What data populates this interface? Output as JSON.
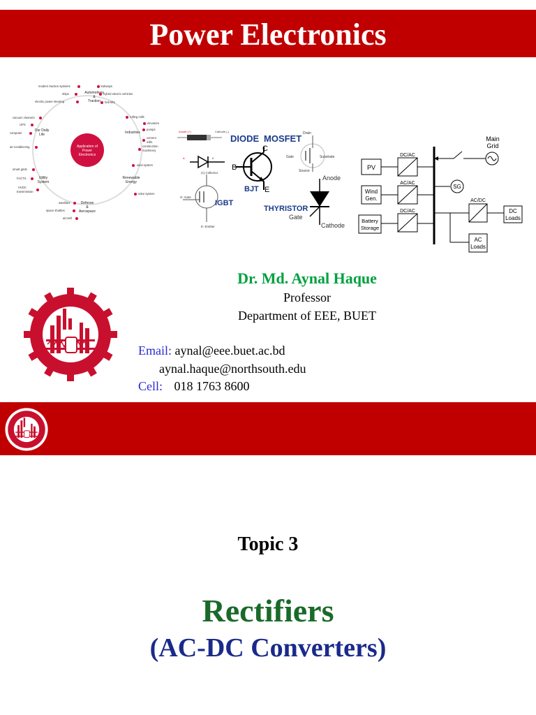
{
  "title": "Power Electronics",
  "applications": {
    "center": [
      "Application of",
      "Power",
      "Electronics"
    ],
    "groups": [
      "Automotives",
      "&",
      "Traction",
      "Industries",
      "Our Daily",
      "Life",
      "Utility",
      "System",
      "Renewable",
      "Energy",
      "Defense",
      "&",
      "Aerospace"
    ],
    "items": [
      "modern traction systems",
      "Subways",
      "ships",
      "hybrid electric vehicles",
      "electric power steering",
      "fork-lifts",
      "rolling mills",
      "elevators",
      "pumps",
      "cement",
      "mills",
      "construction",
      "machinery",
      "vacuum cleaners",
      "UPS",
      "computer",
      "air-conditioning",
      "smart grids",
      "FACTS",
      "HVDC",
      "transmission",
      "wind system",
      "solar system",
      "satellites",
      "space shuttles",
      "aircraft"
    ]
  },
  "devices": {
    "diode": "DIODE",
    "mosfet": "MOSFET",
    "bjt": "BJT",
    "igbt": "IGBT",
    "thyristor": "THYRISTOR",
    "pins": {
      "drain": "Drain",
      "gate": "Gate",
      "substrate": "Substrate",
      "source": "Source",
      "b": "B",
      "c": "C",
      "e": "E",
      "collector": "(c) Collector",
      "g_gate": "G: Gate",
      "emitter": "E: Emitter",
      "anode": "Anode",
      "cathode": "Cathode",
      "diode_anode": "Anode (+)",
      "diode_cathode": "Cathode (-)"
    }
  },
  "grid": {
    "main_grid": [
      "Main",
      "Grid"
    ],
    "sources": [
      {
        "name": [
          "PV"
        ],
        "converter": "DC/AC"
      },
      {
        "name": [
          "Wind",
          "Gen."
        ],
        "converter": "AC/AC"
      },
      {
        "name": [
          "Battery",
          "Storage"
        ],
        "converter": "DC/AC"
      }
    ],
    "sg": "SG",
    "acdc": "AC/DC",
    "dc_loads": [
      "DC",
      "Loads"
    ],
    "ac_loads": [
      "AC",
      "Loads"
    ]
  },
  "author": {
    "name": "Dr. Md. Aynal Haque",
    "position": "Professor",
    "department": "Department of EEE, BUET"
  },
  "contact": {
    "email_label": "Email:",
    "email_1": "aynal@eee.buet.ac.bd",
    "email_2": "aynal.haque@northsouth.edu",
    "cell_label": "Cell:",
    "cell": "018 1763 8600"
  },
  "topic": "Topic 3",
  "heading": "Rectifiers",
  "subheading": "(AC-DC Converters)",
  "colors": {
    "banner": "#c00000",
    "author_name": "#00a040",
    "contact_label": "#2b2bd0",
    "heading": "#1a6a2a",
    "subheading": "#1a2a8a",
    "logo": "#c8102e"
  }
}
